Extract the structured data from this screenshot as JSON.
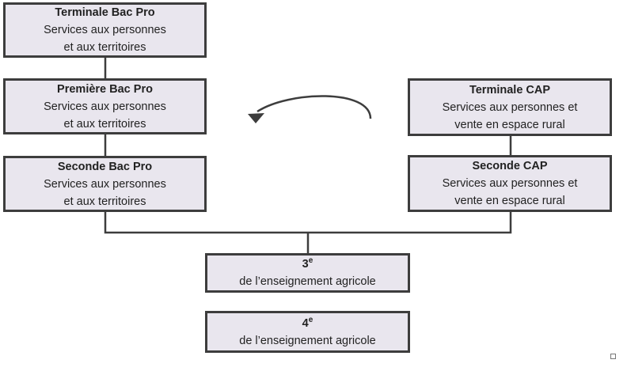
{
  "boxes": {
    "terminale_bac_pro": {
      "title": "Terminale Bac Pro",
      "line1": "Services aux personnes",
      "line2": "et aux territoires"
    },
    "premiere_bac_pro": {
      "title": "Première Bac Pro",
      "line1": "Services aux personnes",
      "line2": "et aux territoires"
    },
    "seconde_bac_pro": {
      "title": "Seconde Bac Pro",
      "line1": "Services aux personnes",
      "line2": "et aux territoires"
    },
    "terminale_cap": {
      "title": "Terminale CAP",
      "line1": "Services aux personnes et",
      "line2": "vente en espace rural"
    },
    "seconde_cap": {
      "title": "Seconde CAP",
      "line1": "Services aux personnes et",
      "line2": "vente en espace rural"
    },
    "troisieme": {
      "number": "3",
      "sup": "e",
      "line1": "de l’enseignement agricole"
    },
    "quatrieme": {
      "number": "4",
      "sup": "e",
      "line1": "de l’enseignement agricole"
    }
  },
  "colors": {
    "box_fill": "#e9e6ee",
    "box_border": "#3d3d3d",
    "connector": "#3d3d3d"
  }
}
